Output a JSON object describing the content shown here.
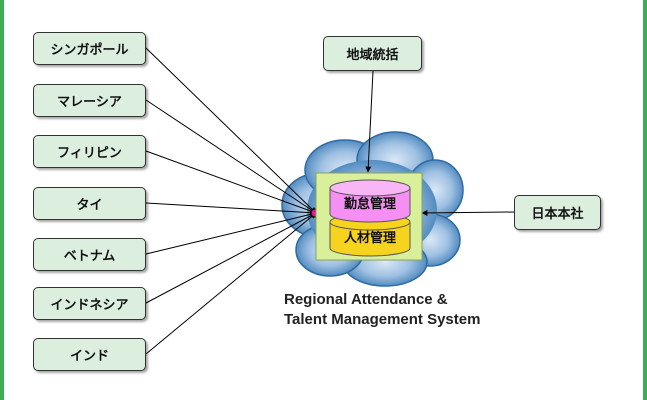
{
  "countries": [
    {
      "label": "シンガポール"
    },
    {
      "label": "マレーシア"
    },
    {
      "label": "フィリピン"
    },
    {
      "label": "タイ"
    },
    {
      "label": "ベトナム"
    },
    {
      "label": "インドネシア"
    },
    {
      "label": "インド"
    }
  ],
  "regional": {
    "label": "地域統括"
  },
  "headquarters": {
    "label": "日本本社"
  },
  "database": {
    "top_label": "勤怠管理",
    "bottom_label": "人材管理",
    "top_color": "#f58ff3",
    "bottom_color": "#f5d31f"
  },
  "system": {
    "line1": "Regional Attendance &",
    "line2": "Talent Management System"
  },
  "colors": {
    "border": "#3cae54",
    "box_fill": "#dcefdf",
    "cloud": "#3f7fb8"
  }
}
